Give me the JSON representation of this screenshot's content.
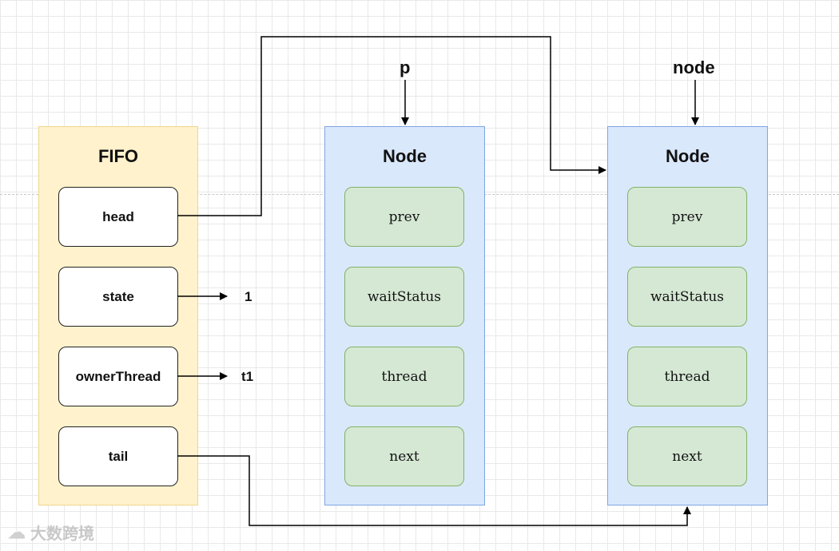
{
  "fifo": {
    "title": "FIFO",
    "fields": [
      "head",
      "state",
      "ownerThread",
      "tail"
    ]
  },
  "state_value": "1",
  "owner_value": "t1",
  "node_left": {
    "pointer_label": "p",
    "title": "Node",
    "fields": [
      "prev",
      "waitStatus",
      "thread",
      "next"
    ]
  },
  "node_right": {
    "pointer_label": "node",
    "title": "Node",
    "fields": [
      "prev",
      "waitStatus",
      "thread",
      "next"
    ]
  },
  "watermark": {
    "text": "大数跨境",
    "icon": "cloud-logo-icon"
  },
  "colors": {
    "fifo_fill": "#fff2cc",
    "node_fill": "#dae8fc",
    "field_fill": "#d5e8d4",
    "field_border": "#82b366"
  }
}
